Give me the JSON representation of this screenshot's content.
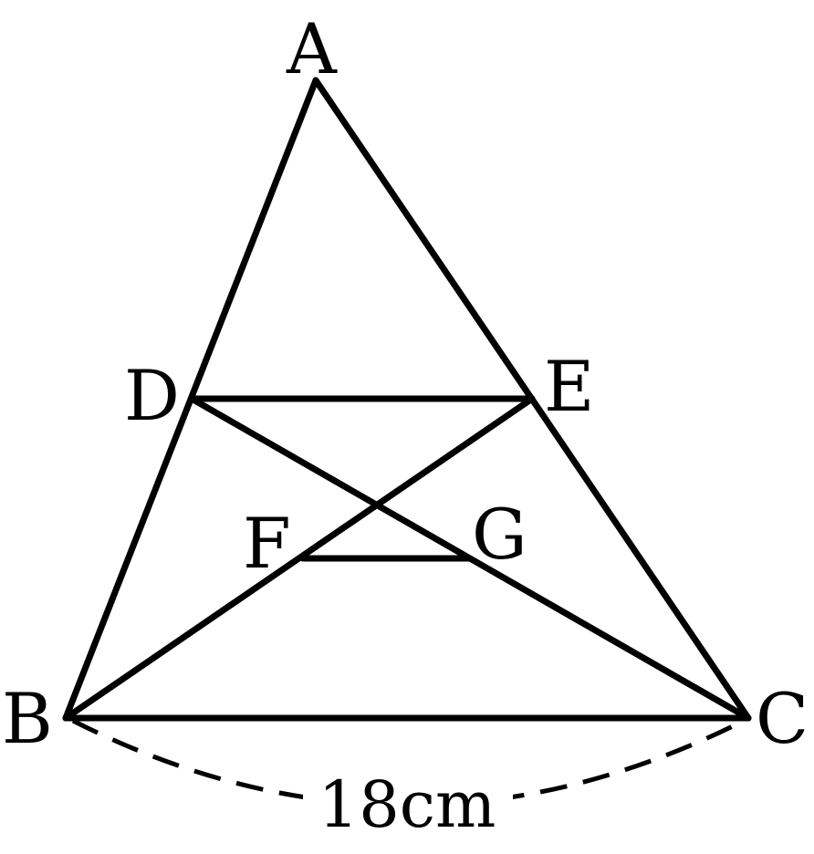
{
  "figure": {
    "points": {
      "A": "A",
      "B": "B",
      "C": "C",
      "D": "D",
      "E": "E",
      "F": "F",
      "G": "G"
    },
    "segments": [
      {
        "name": "AB",
        "from": "A",
        "to": "B"
      },
      {
        "name": "AC",
        "from": "A",
        "to": "C"
      },
      {
        "name": "BC",
        "from": "B",
        "to": "C"
      },
      {
        "name": "DE",
        "from": "D",
        "to": "E"
      },
      {
        "name": "BE",
        "from": "B",
        "to": "E"
      },
      {
        "name": "DC",
        "from": "D",
        "to": "C"
      },
      {
        "name": "FG",
        "from": "F",
        "to": "G"
      }
    ],
    "measurement": {
      "side": "BC",
      "label": "18cm"
    }
  }
}
